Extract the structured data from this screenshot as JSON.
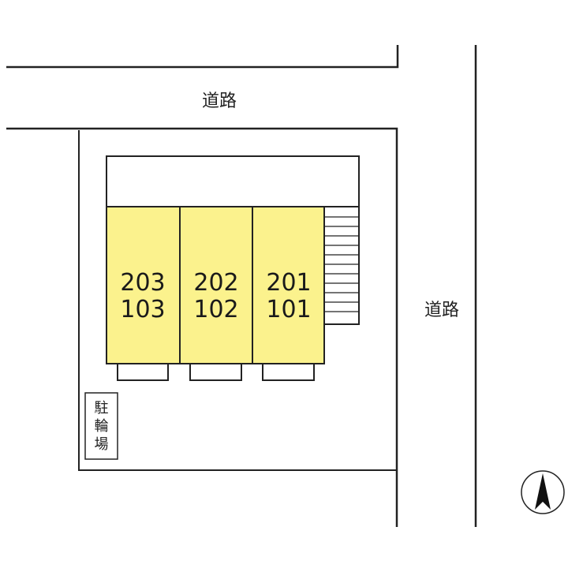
{
  "colors": {
    "line": "#222222",
    "unit_fill": "#fbf28d",
    "background": "#ffffff"
  },
  "road_top": {
    "label": "道路"
  },
  "road_right": {
    "label": "道路"
  },
  "units": [
    {
      "upper": "203",
      "lower": "103"
    },
    {
      "upper": "202",
      "lower": "102"
    },
    {
      "upper": "201",
      "lower": "101"
    }
  ],
  "bicycle_parking": {
    "chars": [
      "駐",
      "輪",
      "場"
    ]
  },
  "compass": {
    "icon": "north-arrow-icon"
  }
}
